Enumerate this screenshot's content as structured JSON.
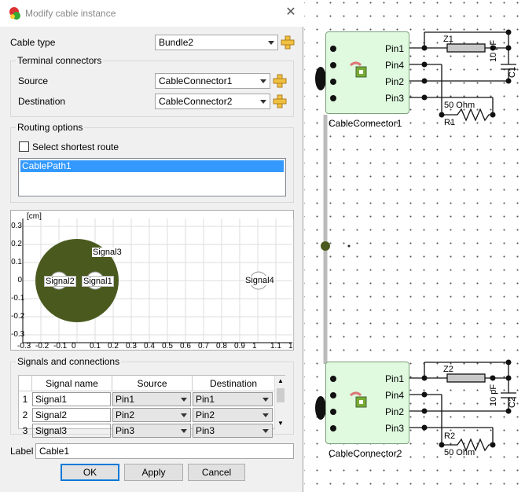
{
  "dialog": {
    "title": "Modify cable instance",
    "cable_type_label": "Cable type",
    "cable_type_value": "Bundle2",
    "terminal_group": "Terminal connectors",
    "source_label": "Source",
    "source_value": "CableConnector1",
    "destination_label": "Destination",
    "destination_value": "CableConnector2",
    "routing_group": "Routing options",
    "shortest_route_label": "Select shortest route",
    "route_items": [
      "CablePath1"
    ],
    "signals_group": "Signals and connections",
    "label_label": "Label",
    "label_value": "Cable1",
    "ok": "OK",
    "apply": "Apply",
    "cancel": "Cancel"
  },
  "plot": {
    "unit": "[cm]",
    "y_ticks": [
      "0.3",
      "0.2",
      "0.1",
      "0",
      "-0.1",
      "-0.2",
      "-0.3"
    ],
    "x_ticks": [
      "-0.3",
      "-0.2",
      "-0.1",
      "0",
      "0.1",
      "0.2",
      "0.3",
      "0.4",
      "0.5",
      "0.6",
      "0.7",
      "0.8",
      "0.9",
      "1",
      "1.1",
      "1"
    ],
    "signals": [
      "Signal1",
      "Signal2",
      "Signal3",
      "Signal4"
    ],
    "bundle_color": "#4a5a1f"
  },
  "table": {
    "headers": [
      "Signal name",
      "Source",
      "Destination"
    ],
    "rows": [
      {
        "n": "1",
        "name": "Signal1",
        "src": "Pin1",
        "dst": "Pin1"
      },
      {
        "n": "2",
        "name": "Signal2",
        "src": "Pin2",
        "dst": "Pin2"
      },
      {
        "n": "3",
        "name": "Signal3",
        "src": "Pin3",
        "dst": "Pin3"
      }
    ]
  },
  "schematic": {
    "connector1": "CableConnector1",
    "connector2": "CableConnector2",
    "pins": [
      "Pin1",
      "Pin4",
      "Pin2",
      "Pin3"
    ],
    "z1": "Z1",
    "z2": "Z2",
    "c1": "C1",
    "c2": "C2",
    "r1": "R1",
    "r2": "R2",
    "cap_value": "10 pF",
    "res_value": "50 Ohm"
  }
}
